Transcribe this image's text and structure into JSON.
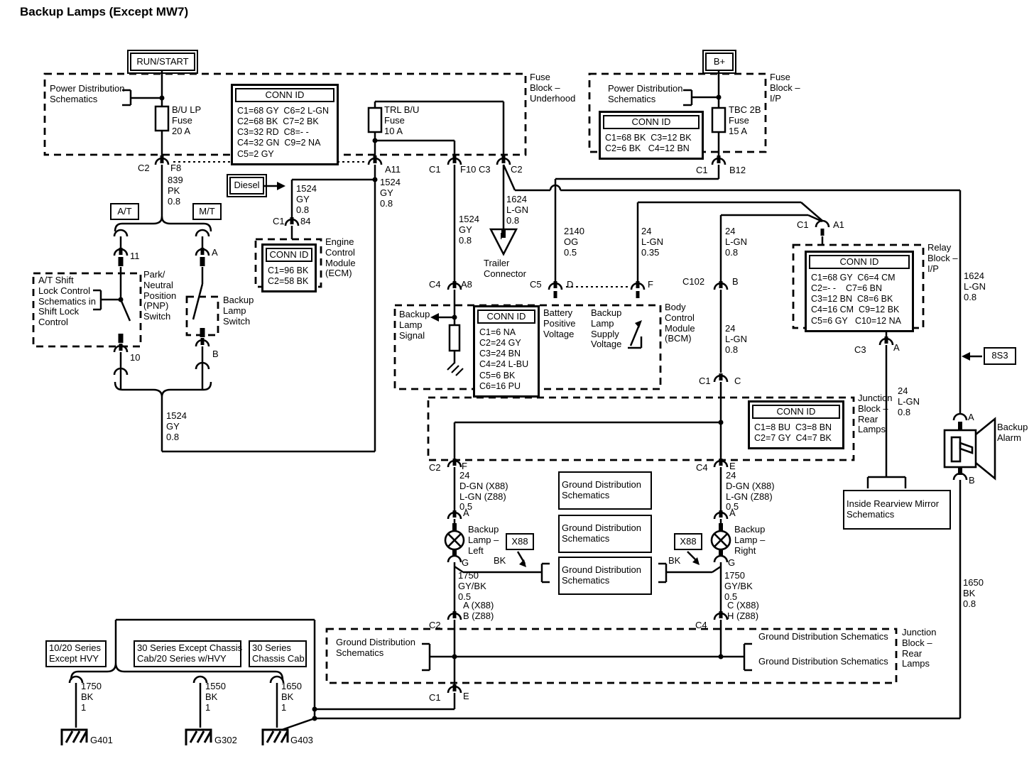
{
  "title": "Backup Lamps (Except MW7)",
  "colors": {
    "line": "#000000",
    "background": "#ffffff"
  },
  "pins": {
    "c1": "C1",
    "c2": "C2",
    "c3": "C3",
    "c4": "C4",
    "c5": "C5",
    "a": "A",
    "b": "B",
    "c": "C",
    "d": "D",
    "e": "E",
    "f": "F",
    "g": "G",
    "h": "H",
    "a1": "A1",
    "a8": "A8",
    "a11": "A11",
    "b12": "B12",
    "f8": "F8",
    "f10": "F10",
    "c102": "C102",
    "p11": "11",
    "p10": "10",
    "p84": "84"
  },
  "top_left": {
    "run_start": "RUN/START",
    "power_dist": "Power Distribution\nSchematics",
    "fuse_bu_lp": "B/U LP\nFuse\n20 A",
    "fuse_trl": "TRL B/U\nFuse\n10 A",
    "conn_id": {
      "header": "CONN ID",
      "body": "C1=68 GY  C6=2 L-GN\nC2=68 BK  C7=2 BK\nC3=32 RD  C8=- -\nC4=32 GN  C9=2 NA\nC5=2 GY"
    },
    "block_label": "Fuse\nBlock –\nUnderhood"
  },
  "top_right": {
    "b_plus": "B+",
    "power_dist": "Power Distribution\nSchematics",
    "fuse_tbc": "TBC 2B\nFuse\n15 A",
    "conn_id": {
      "header": "CONN ID",
      "body": "C1=68 BK  C3=12 BK\nC2=6 BK   C4=12 BN"
    },
    "block_label": "Fuse\nBlock –\nI/P"
  },
  "wires": {
    "w839": "839\nPK\n0.8",
    "w1524": "1524\nGY\n0.8",
    "w1624": "1624\nL-GN\n0.8",
    "w2140": "2140\nOG\n0.5",
    "w24_035": "24\nL-GN\n0.35",
    "w24_08": "24\nL-GN\n0.8",
    "w24_dgn": "24\nD-GN (X88)\nL-GN (Z88)\n0.5",
    "w1750_gybk": "1750\nGY/BK\n0.5",
    "w1650_08": "1650\nBK\n0.8",
    "w1750_bk": "1750\nBK\n1",
    "w1550_bk": "1550\nBK\n1",
    "w1650_bk": "1650\nBK\n1",
    "bk": "BK"
  },
  "ecm": {
    "diesel": "Diesel",
    "conn_id": {
      "header": "CONN ID",
      "body": "C1=96 BK\nC2=58 BK"
    },
    "label": "Engine\nControl\nModule\n(ECM)"
  },
  "trailer": {
    "label": "Trailer\nConnector"
  },
  "transmission": {
    "at": "A/T",
    "mt": "M/T",
    "shift_lock": "A/T Shift\nLock Control\nSchematics in\nShift Lock\nControl",
    "pnp": "Park/\nNeutral\nPosition\n(PNP)\nSwitch",
    "backup_switch": "Backup\nLamp\nSwitch"
  },
  "bcm": {
    "signal": "Backup\nLamp\nSignal",
    "conn_id": {
      "header": "CONN ID",
      "body": "C1=6 NA\nC2=24 GY\nC3=24 BN\nC4=24 L-BU\nC5=6 BK\nC6=16 PU"
    },
    "battery": "Battery\nPositive\nVoltage",
    "supply": "Backup\nLamp\nSupply\nVoltage",
    "label": "Body\nControl\nModule\n(BCM)"
  },
  "relay": {
    "conn_id": {
      "header": "CONN ID",
      "body": "C1=68 GY  C6=4 CM\nC2=- -    C7=6 BN\nC3=12 BN  C8=6 BK\nC4=16 CM  C9=12 BK\nC5=6 GY   C10=12 NA"
    },
    "label": "Relay\nBlock –\nI/P",
    "mirror": "Inside Rearview Mirror\nSchematics",
    "s853": "8S3"
  },
  "junction": {
    "conn_id": {
      "header": "CONN ID",
      "body": "C1=8 BU  C3=8 BN\nC2=7 GY  C4=7 BK"
    },
    "label": "Junction\nBlock –\nRear\nLamps"
  },
  "lamps": {
    "left": "Backup\nLamp –\nLeft",
    "right": "Backup\nLamp –\nRight",
    "x88": "X88",
    "left_pins": "A (X88)\nB (Z88)",
    "right_pins": "C (X88)\nH (Z88)",
    "alarm": "Backup\nAlarm"
  },
  "ground": {
    "gds": "Ground Distribution\nSchematics",
    "gds_line": "Ground Distribution Schematics",
    "series1": "10/20 Series\nExcept HVY",
    "series2": "30 Series Except Chassis\nCab/20 Series w/HVY",
    "series3": "30 Series\nChassis Cab",
    "g401": "G401",
    "g302": "G302",
    "g403": "G403"
  }
}
